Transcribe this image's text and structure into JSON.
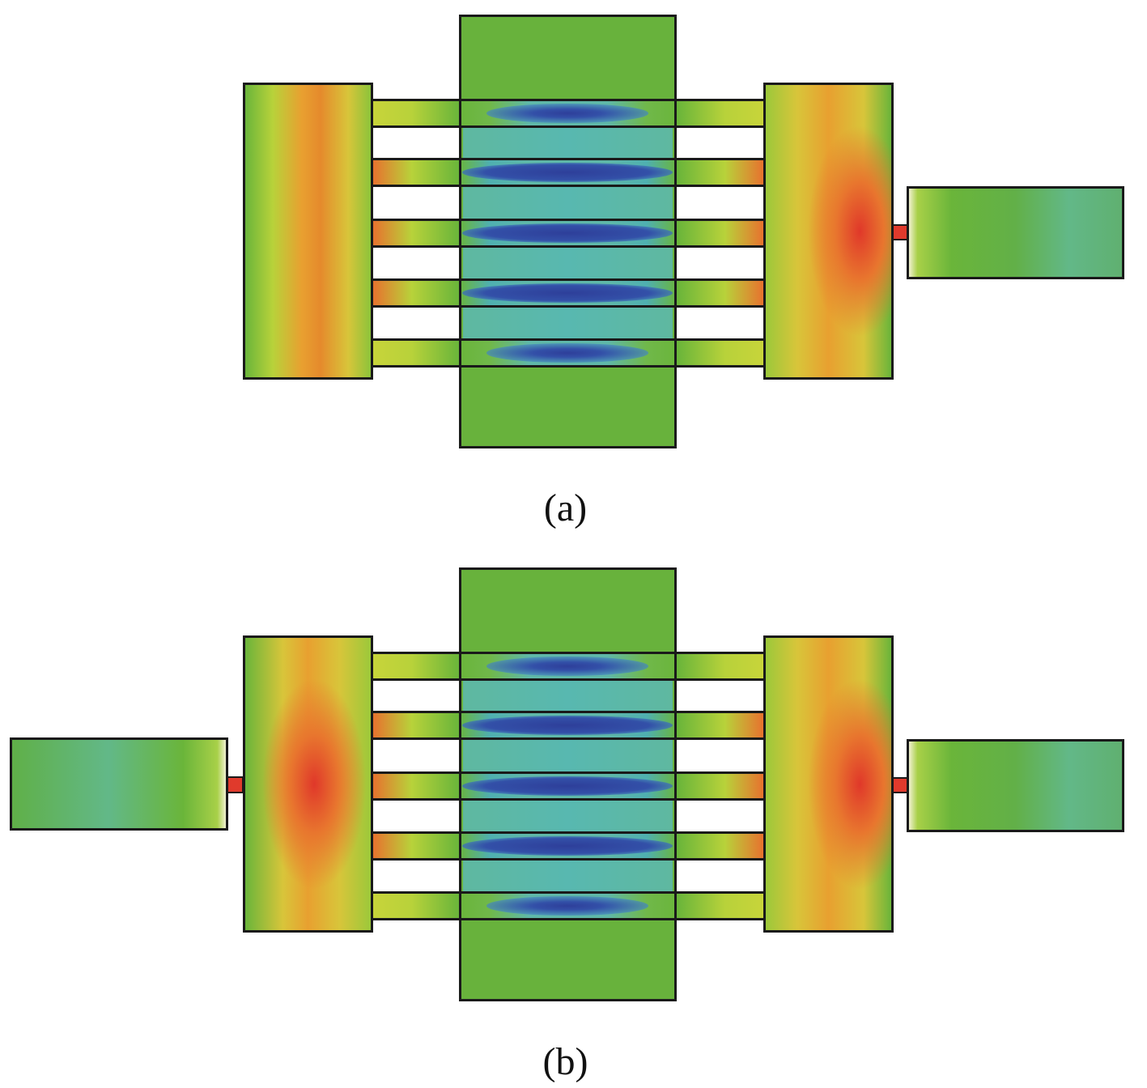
{
  "figure": {
    "panels": [
      {
        "id": "a",
        "caption": "(a)",
        "input_port": "right",
        "feeds": [
          "right"
        ]
      },
      {
        "id": "b",
        "caption": "(b)",
        "input_port": "both",
        "feeds": [
          "left",
          "right"
        ]
      }
    ],
    "colors": {
      "frame": "#1a1a1a",
      "low_field": "#2e3f9a",
      "mid_field": "#68b23c",
      "high_field": "#e0382a"
    }
  }
}
